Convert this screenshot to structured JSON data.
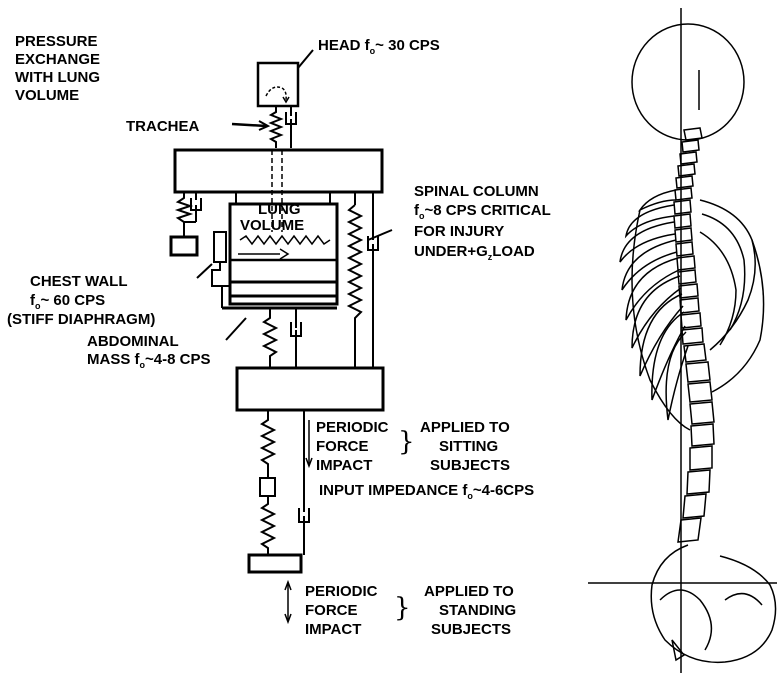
{
  "labels": {
    "pressure_1": "PRESSURE",
    "pressure_2": "EXCHANGE",
    "pressure_3": "WITH LUNG",
    "pressure_4": "VOLUME",
    "head_1": "HEAD f",
    "head_sub": "o",
    "head_2": "~ 30 CPS",
    "trachea": "TRACHEA",
    "lung_1": "LUNG",
    "lung_2": "VOLUME",
    "spinal_1": "SPINAL COLUMN",
    "spinal_2a": "f",
    "spinal_2sub": "o",
    "spinal_2b": "~8 CPS CRITICAL",
    "spinal_3": "FOR INJURY",
    "spinal_4a": "UNDER+G",
    "spinal_4sub": "z",
    "spinal_4b": "LOAD",
    "chest_1": "CHEST WALL",
    "chest_2a": "f",
    "chest_2sub": "o",
    "chest_2b": "~ 60 CPS",
    "chest_3": "(STIFF DIAPHRAGM)",
    "abdominal_1": "ABDOMINAL",
    "abdominal_2a": "MASS f",
    "abdominal_2sub": "o",
    "abdominal_2b": "~4-8 CPS",
    "sit_1": "PERIODIC",
    "sit_2": "FORCE",
    "sit_3": "IMPACT",
    "sit_app_1": "APPLIED TO",
    "sit_app_2": "SITTING",
    "sit_app_3": "SUBJECTS",
    "input_1": "INPUT IMPEDANCE  f",
    "input_sub": "o",
    "input_2": "~4-6CPS",
    "stand_1": "PERIODIC",
    "stand_2": "FORCE",
    "stand_3": "IMPACT",
    "stand_app_1": "APPLIED TO",
    "stand_app_2": "STANDING",
    "stand_app_3": "SUBJECTS"
  },
  "colors": {
    "ink": "#000000",
    "paper": "#ffffff"
  }
}
